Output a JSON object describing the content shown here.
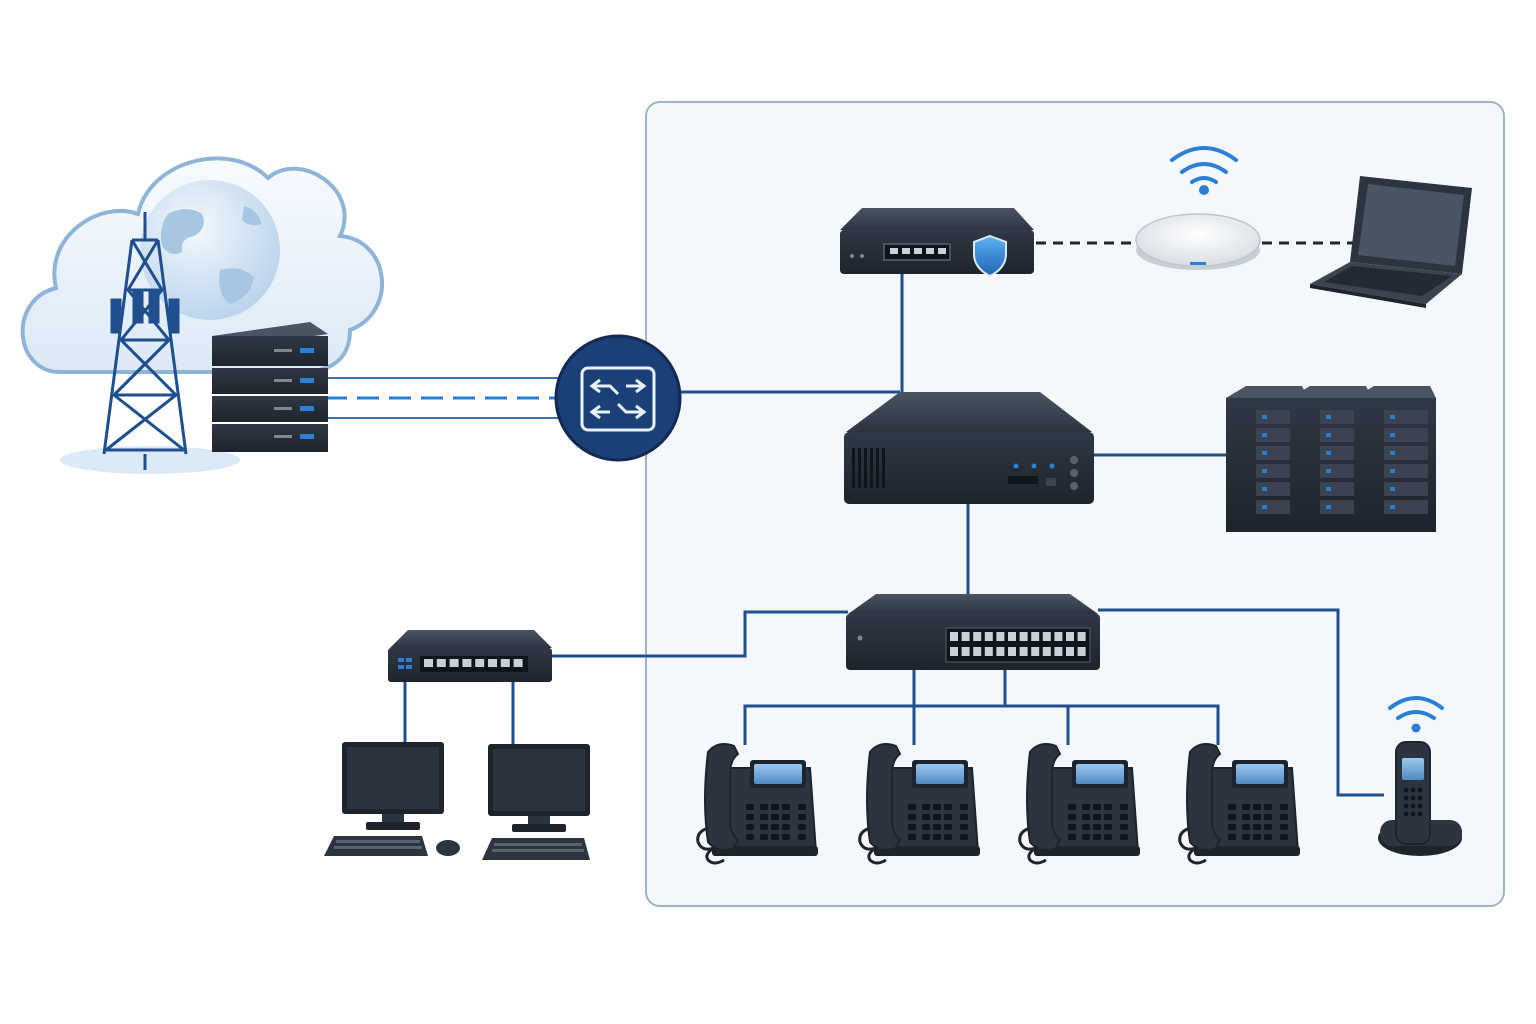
{
  "diagram": {
    "type": "network-topology",
    "nodes": [
      {
        "id": "cloud",
        "icon": "cloud-globe-icon"
      },
      {
        "id": "cell-tower",
        "icon": "cell-tower-icon"
      },
      {
        "id": "isp-servers",
        "icon": "server-stack-icon"
      },
      {
        "id": "edge-router",
        "icon": "router-switch-icon"
      },
      {
        "id": "firewall",
        "icon": "firewall-shield-icon"
      },
      {
        "id": "wireless-ap",
        "icon": "wifi-access-point-icon"
      },
      {
        "id": "laptop",
        "icon": "laptop-icon"
      },
      {
        "id": "core-appliance",
        "icon": "pbx-appliance-icon"
      },
      {
        "id": "server-towers",
        "icon": "server-tower-icon",
        "count": 3
      },
      {
        "id": "main-switch",
        "icon": "network-switch-icon"
      },
      {
        "id": "branch-switch",
        "icon": "network-switch-icon"
      },
      {
        "id": "workstations",
        "icon": "desktop-computer-icon",
        "count": 2
      },
      {
        "id": "ip-phones",
        "icon": "desk-phone-icon",
        "count": 4
      },
      {
        "id": "cordless-phone",
        "icon": "cordless-phone-icon"
      }
    ],
    "edges": [
      {
        "from": "isp-servers",
        "to": "edge-router",
        "style": "solid-and-dashed-triple"
      },
      {
        "from": "edge-router",
        "to": "core-appliance",
        "style": "solid"
      },
      {
        "from": "firewall",
        "to": "core-appliance",
        "style": "solid"
      },
      {
        "from": "firewall",
        "to": "wireless-ap",
        "style": "dashed"
      },
      {
        "from": "wireless-ap",
        "to": "laptop",
        "style": "dashed"
      },
      {
        "from": "core-appliance",
        "to": "server-towers",
        "style": "solid"
      },
      {
        "from": "core-appliance",
        "to": "main-switch",
        "style": "solid"
      },
      {
        "from": "main-switch",
        "to": "branch-switch",
        "style": "solid"
      },
      {
        "from": "main-switch",
        "to": "ip-phones",
        "style": "solid"
      },
      {
        "from": "main-switch",
        "to": "cordless-phone",
        "style": "solid"
      },
      {
        "from": "branch-switch",
        "to": "workstations",
        "style": "solid"
      }
    ],
    "colors": {
      "line": "#1f4f8f",
      "accent": "#2b7fd4",
      "device": "#2c3440",
      "device_dark": "#1e242c",
      "panel_border": "#9fb3c8",
      "panel_fill": "#f4f8fc",
      "screen": "#6fa3d6"
    }
  }
}
